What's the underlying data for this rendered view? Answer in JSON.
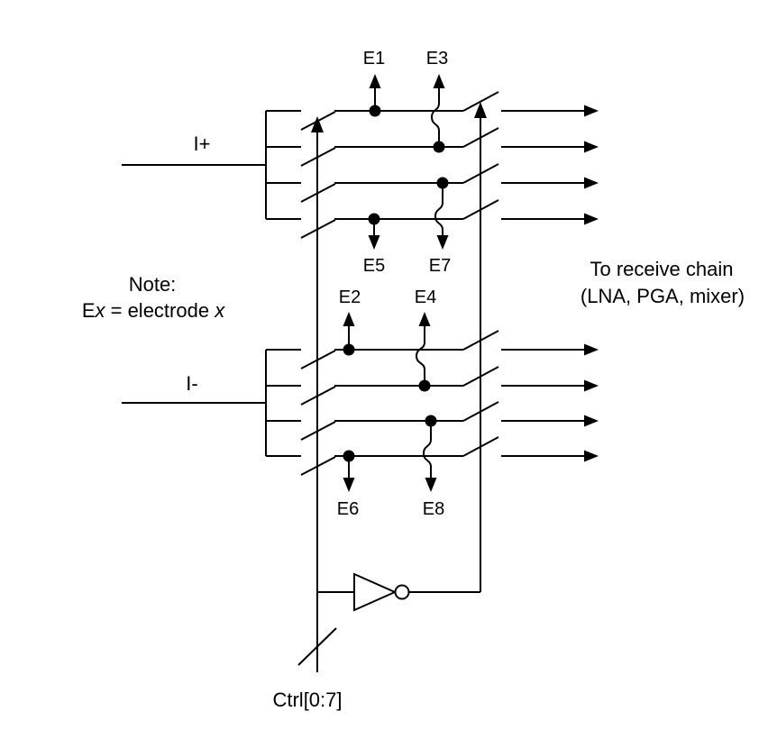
{
  "inputs": {
    "positive": "I+",
    "negative": "I-"
  },
  "electrodes": {
    "e1": "E1",
    "e2": "E2",
    "e3": "E3",
    "e4": "E4",
    "e5": "E5",
    "e6": "E6",
    "e7": "E7",
    "e8": "E8"
  },
  "note": {
    "line1": "Note:",
    "prefix": "E",
    "var1": "x",
    "mid": " = electrode ",
    "var2": "x"
  },
  "receive_chain": {
    "line1": "To receive chain",
    "line2": "(LNA, PGA, mixer)"
  },
  "control": {
    "bus_label": "Ctrl[0:7]"
  },
  "colors": {
    "line": "#000000",
    "background": "#ffffff"
  }
}
